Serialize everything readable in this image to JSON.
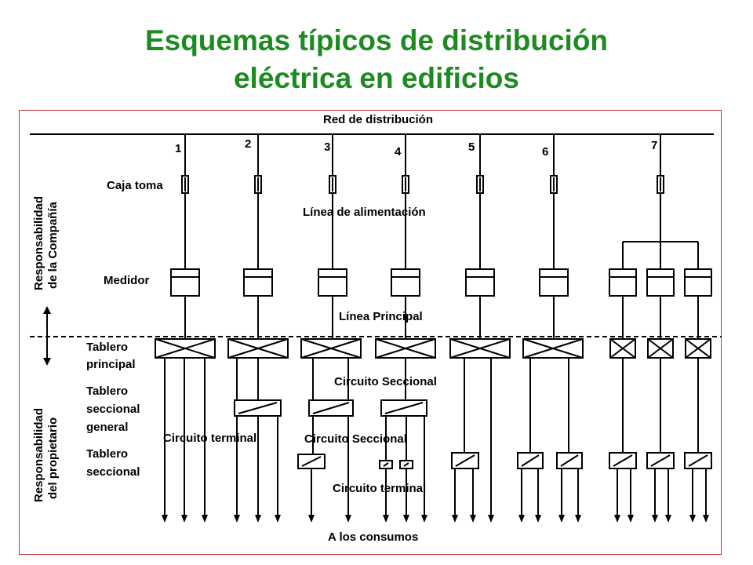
{
  "title": {
    "line1": "Esquemas típicos de distribución",
    "line2": "eléctrica en edificios"
  },
  "diagram": {
    "top_label": "Red de distribución",
    "bottom_label": "A los consumos",
    "numbers": [
      "1",
      "2",
      "3",
      "4",
      "5",
      "6",
      "7"
    ],
    "labels": {
      "caja_toma": "Caja toma",
      "linea_alimentacion": "Línea de alimentación",
      "medidor": "Medidor",
      "linea_principal": "Línea Principal",
      "tablero_principal": [
        "Tablero",
        "principal"
      ],
      "tablero_seccional_general": [
        "Tablero",
        "seccional",
        "general"
      ],
      "tablero_seccional": [
        "Tablero",
        "seccional"
      ],
      "circuito_seccional_1": "Circuito Seccional",
      "circuito_terminal_1": "Circuito terminal",
      "circuito_seccional_2": "Circuito Seccional",
      "circuito_terminal_2": "Circuito terminal"
    },
    "side_labels": {
      "company": [
        "Responsabilidad",
        "de la Compañía"
      ],
      "owner": [
        "Responsabilidad",
        "del propietario"
      ]
    }
  },
  "colors": {
    "title": "#1e8a22",
    "frame": "#c03030",
    "lines": "#000000"
  }
}
